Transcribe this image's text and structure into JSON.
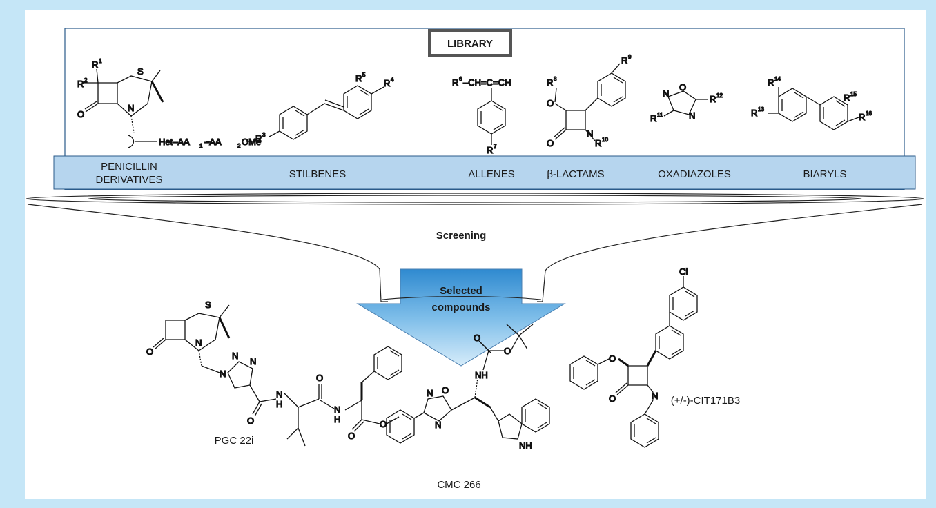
{
  "library": {
    "title": "LIBRARY"
  },
  "categories": [
    {
      "label_line1": "PENICILLIN",
      "label_line2": "DERIVATIVES"
    },
    {
      "label": "STILBENES"
    },
    {
      "label": "ALLENES"
    },
    {
      "label": "β-LACTAMS"
    },
    {
      "label": "OXADIAZOLES"
    },
    {
      "label": "BIARYLS"
    }
  ],
  "process": {
    "screening": "Screening",
    "selected_line1": "Selected",
    "selected_line2": "compounds"
  },
  "compounds": {
    "pgc": "PGC 22i",
    "cmc": "CMC 266",
    "cit": "(+/-)-CIT171B3"
  },
  "structure_text": {
    "penicillin_r1": "R",
    "penicillin_r1_sup": "1",
    "penicillin_r2": "R",
    "penicillin_r2_sup": "2",
    "penicillin_chain_1": "Het–AA",
    "penicillin_chain_1_sub": "1",
    "penicillin_chain_2": "–AA",
    "penicillin_chain_2_sub": "2",
    "penicillin_chain_3": "OMe",
    "stilbene_r3": "R",
    "stilbene_r3_sup": "3",
    "stilbene_r4": "R",
    "stilbene_r4_sup": "4",
    "stilbene_r5": "R",
    "stilbene_r5_sup": "5",
    "allene_chain_r": "R",
    "allene_chain_sup": "6",
    "allene_chain_text": "–CH=C=CH",
    "allene_r7": "R",
    "allene_r7_sup": "7",
    "lactam_r8": "R",
    "lactam_r8_sup": "8",
    "lactam_r9": "R",
    "lactam_r9_sup": "9",
    "lactam_r10": "R",
    "lactam_r10_sup": "10",
    "oxa_r11": "R",
    "oxa_r11_sup": "11",
    "oxa_r12": "R",
    "oxa_r12_sup": "12",
    "biaryl_r13": "R",
    "biaryl_r13_sup": "13",
    "biaryl_r14": "R",
    "biaryl_r14_sup": "14",
    "biaryl_r15": "R",
    "biaryl_r15_sup": "15",
    "biaryl_r16": "R",
    "biaryl_r16_sup": "16",
    "atom_S": "S",
    "atom_N": "N",
    "atom_O": "O",
    "atom_H": "H",
    "atom_NH": "NH",
    "atom_Cl": "Cl"
  },
  "colors": {
    "background": "#c5e6f7",
    "library_border": "#2a5a8a",
    "category_band": "#b6d5ee",
    "arrow_light": "#d6ecfa",
    "arrow_dark": "#2f8ad0"
  }
}
